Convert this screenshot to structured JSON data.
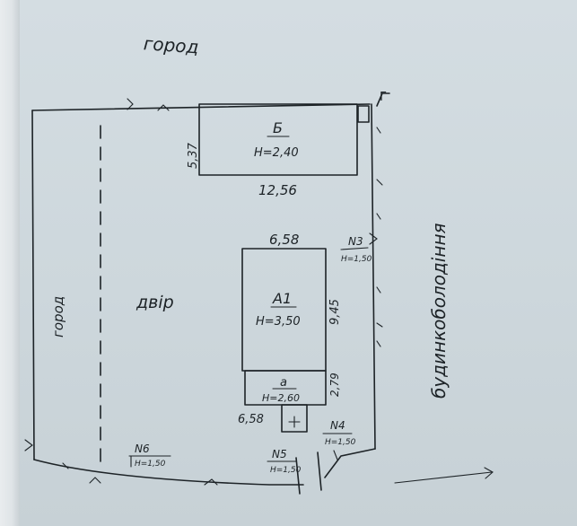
{
  "labels": {
    "top_garden": "город",
    "left_garden": "город",
    "yard": "двір",
    "street": "будинкоболодіння"
  },
  "buildings": {
    "b": {
      "name": "Б",
      "height": "H=2,40",
      "width": "12,56",
      "depth": "5,37"
    },
    "a1": {
      "name": "А1",
      "height": "H=3,50",
      "width_top": "6,58",
      "depth": "9,45"
    },
    "a": {
      "name": "а",
      "height": "H=2,60",
      "width": "6,58",
      "depth": "2,79"
    }
  },
  "fences": {
    "n3": {
      "name": "N3",
      "height": "H=1,50"
    },
    "n4": {
      "name": "N4",
      "height": "H=1,50"
    },
    "n5": {
      "name": "N5",
      "height": "H=1,50"
    },
    "n6": {
      "name": "N6",
      "height": "H=1,50"
    }
  },
  "markers": {
    "corner_mark": "Г"
  },
  "colors": {
    "ink": "#1d2327",
    "paper": "#cfd9de"
  }
}
